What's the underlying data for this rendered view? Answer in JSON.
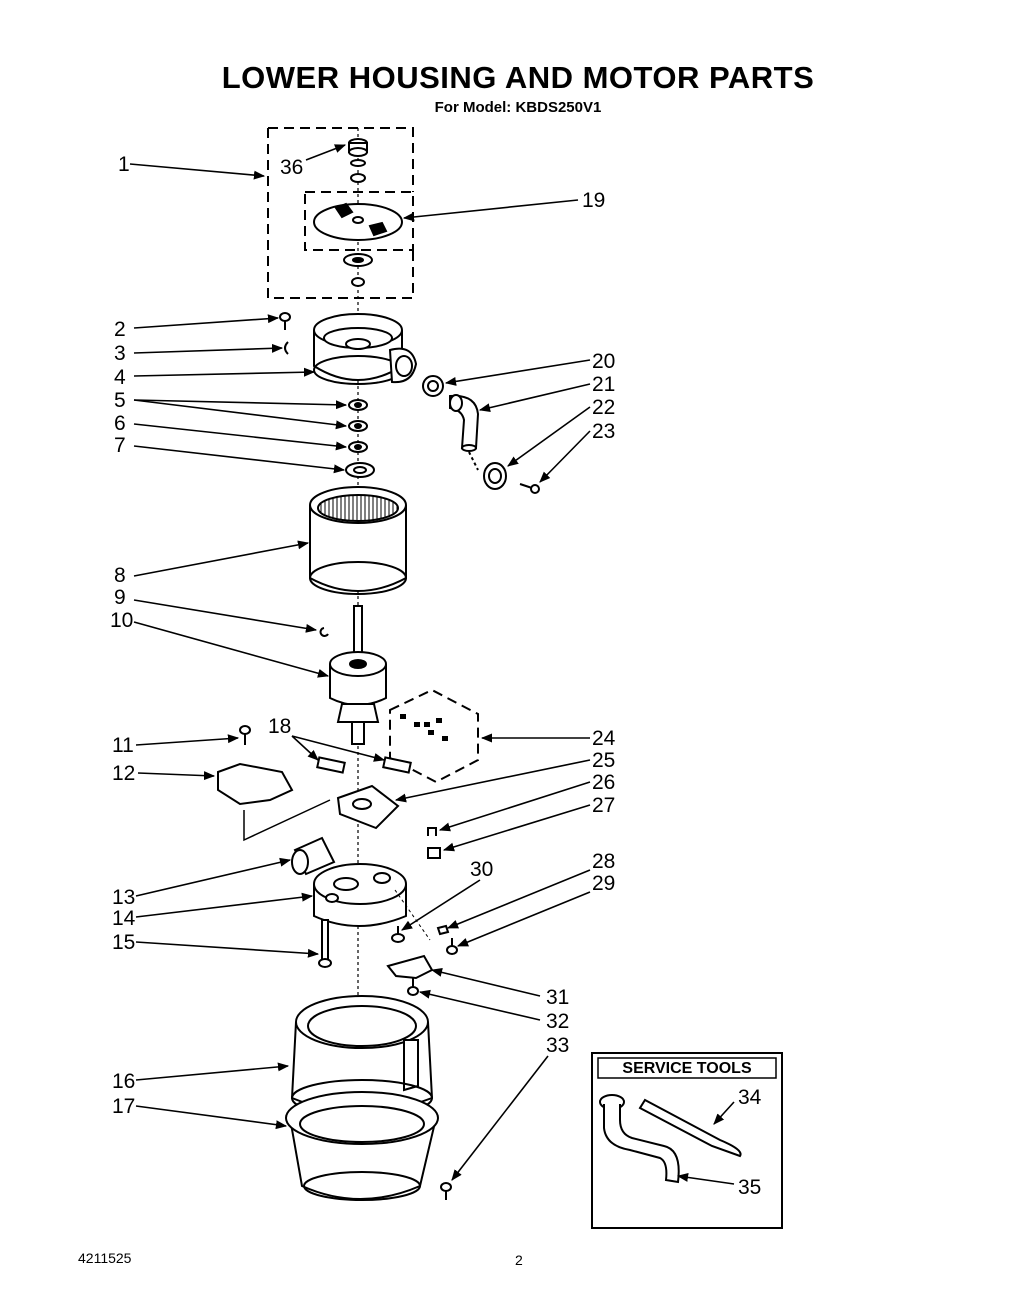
{
  "header": {
    "title": "LOWER HOUSING AND MOTOR PARTS",
    "subtitle": "For Model: KBDS250V1"
  },
  "callouts": [
    "1",
    "2",
    "3",
    "4",
    "5",
    "6",
    "7",
    "8",
    "9",
    "10",
    "11",
    "12",
    "13",
    "14",
    "15",
    "16",
    "17",
    "18",
    "19",
    "20",
    "21",
    "22",
    "23",
    "24",
    "25",
    "26",
    "27",
    "28",
    "29",
    "30",
    "31",
    "32",
    "33",
    "34",
    "35",
    "36"
  ],
  "service_tools": {
    "heading": "SERVICE TOOLS"
  },
  "footer": {
    "doc_number": "4211525",
    "page_number": "2"
  }
}
